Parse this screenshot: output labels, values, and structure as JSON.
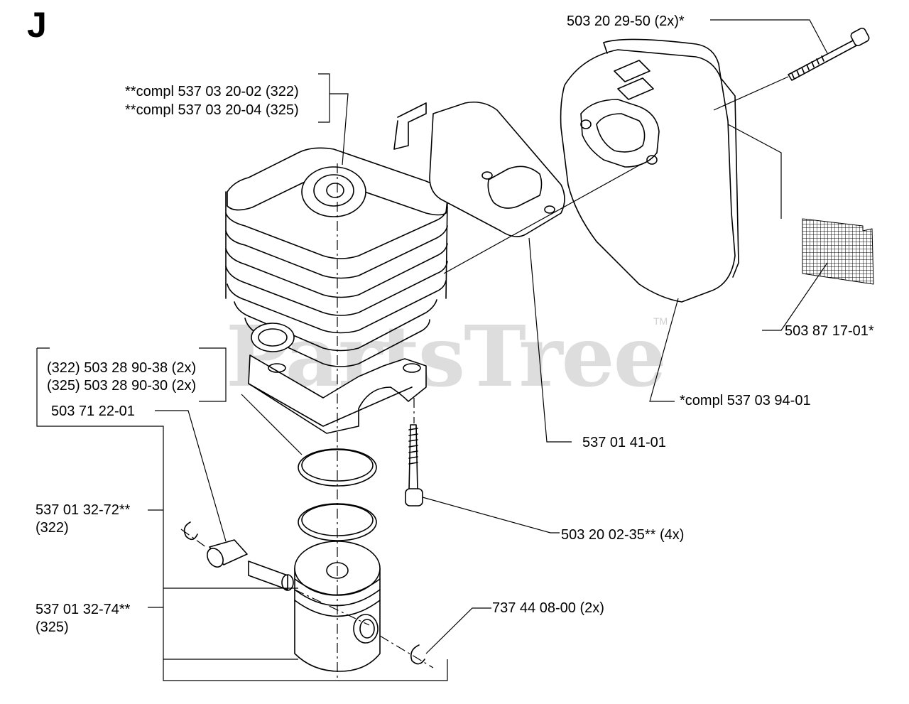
{
  "section": "J",
  "watermark": {
    "text": "PartsTree",
    "tm": "TM"
  },
  "parts": [
    {
      "id": "bolt-top",
      "lines": [
        "503 20 29-50 (2x)*"
      ]
    },
    {
      "id": "cylinder",
      "lines": [
        "**compl 537 03 20-02 (322)",
        "**compl 537 03 20-04 (325)"
      ]
    },
    {
      "id": "screen",
      "lines": [
        "503 87 17-01*"
      ]
    },
    {
      "id": "muffler",
      "lines": [
        "*compl 537 03 94-01"
      ]
    },
    {
      "id": "gasket",
      "lines": [
        "537 01 41-01"
      ]
    },
    {
      "id": "rings",
      "lines": [
        "(322) 503 28 90-38 (2x)",
        "(325) 503 28 90-30 (2x)"
      ]
    },
    {
      "id": "bearing",
      "lines": [
        "503 71 22-01"
      ]
    },
    {
      "id": "screw",
      "lines": [
        "503 20 02-35** (4x)"
      ]
    },
    {
      "id": "piston-322",
      "lines": [
        "537 01 32-72**",
        "(322)"
      ]
    },
    {
      "id": "piston-325",
      "lines": [
        "537 01 32-74**",
        "(325)"
      ]
    },
    {
      "id": "circlip",
      "lines": [
        "737 44 08-00 (2x)"
      ]
    }
  ]
}
